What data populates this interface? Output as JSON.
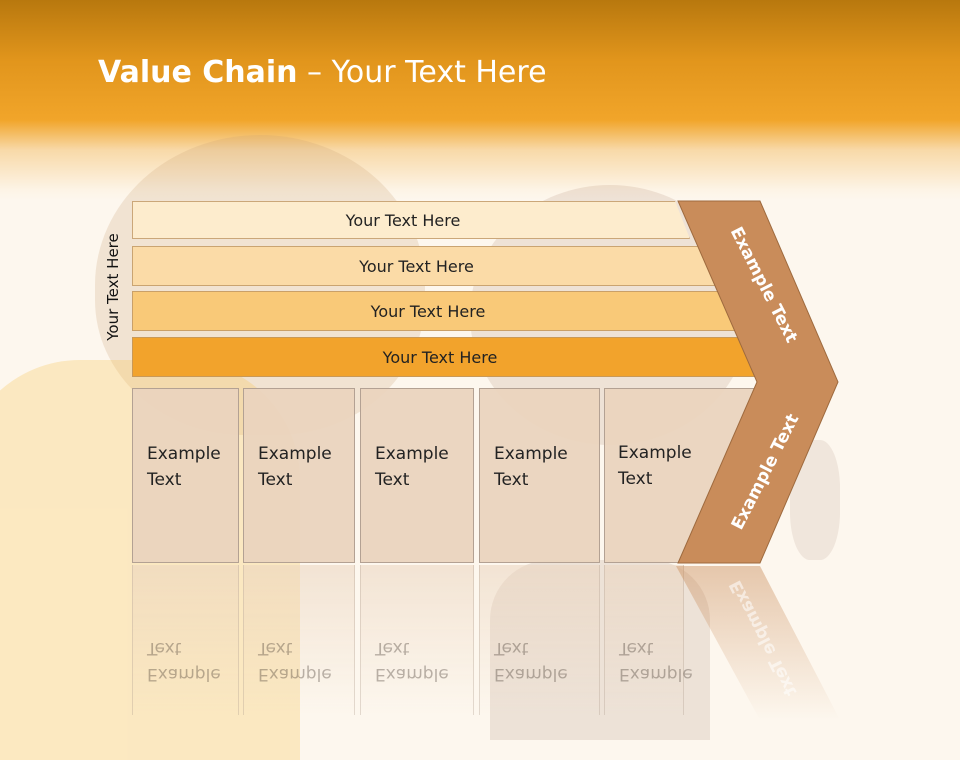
{
  "title": {
    "bold": "Value Chain",
    "rest": " – Your Text Here"
  },
  "side_label": "Your Text Here",
  "bars": [
    "Your Text Here",
    "Your Text Here",
    "Your Text Here",
    "Your Text Here"
  ],
  "boxes": [
    {
      "line1": "Example",
      "line2": "Text"
    },
    {
      "line1": "Example",
      "line2": "Text"
    },
    {
      "line1": "Example",
      "line2": "Text"
    },
    {
      "line1": "Example",
      "line2": "Text"
    },
    {
      "line1": "Example",
      "line2": "Text"
    }
  ],
  "chevron": {
    "upper_label": "Example Text",
    "lower_label": "Example Text"
  },
  "colors": {
    "header": "#f1a52a",
    "chevron": "#c98c5a",
    "box": "#ead4be"
  }
}
